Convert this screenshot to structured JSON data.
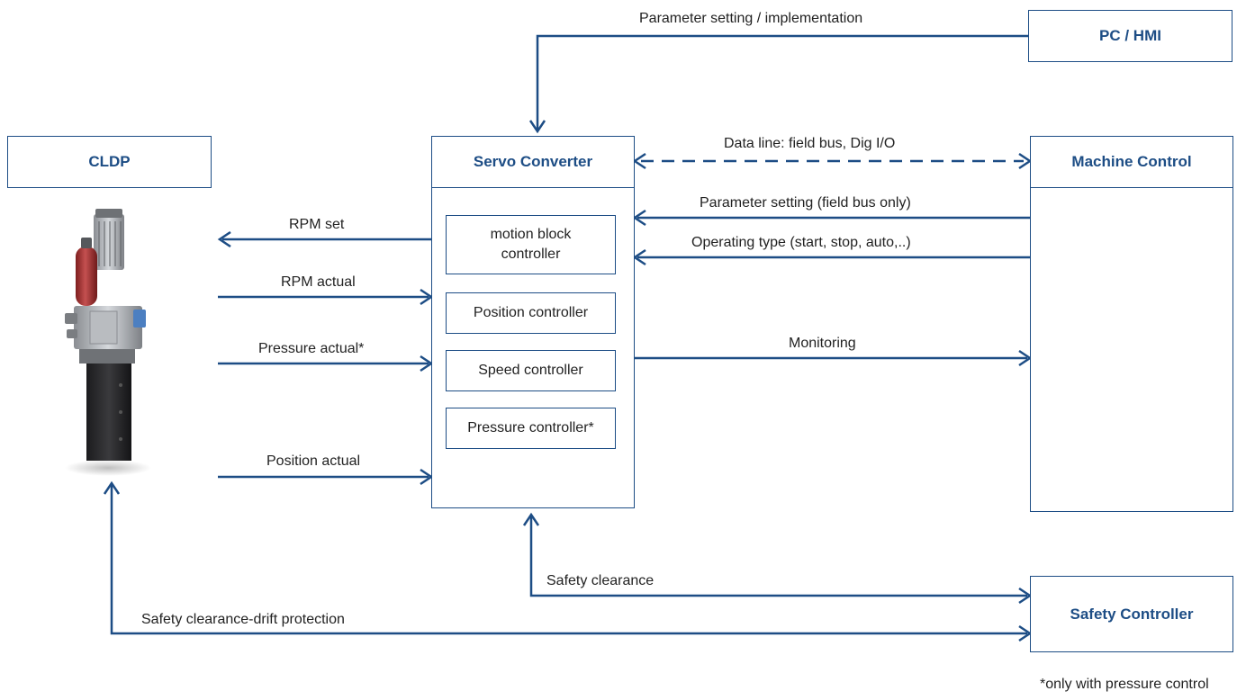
{
  "boxes": {
    "cldp": "CLDP",
    "servo": "Servo Converter",
    "machine": "Machine Control",
    "pc": "PC / HMI",
    "safety": "Safety Controller"
  },
  "controllers": {
    "motion": "motion block controller",
    "position": "Position controller",
    "speed": "Speed controller",
    "pressure": "Pressure controller*"
  },
  "labels": {
    "param_impl": "Parameter setting / implementation",
    "data_line": "Data line: field bus, Dig I/O",
    "param_fieldbus": "Parameter setting (field bus only)",
    "operating_type": "Operating type (start, stop, auto,..)",
    "monitoring": "Monitoring",
    "rpm_set": "RPM set",
    "rpm_actual": "RPM actual",
    "pressure_actual": "Pressure actual*",
    "position_actual": "Position actual",
    "safety_clearance": "Safety clearance",
    "safety_drift": "Safety clearance-drift protection",
    "footnote": "*only with pressure control"
  },
  "image": {
    "subject": "CLDP electro-hydraulic compact drive unit"
  },
  "colors": {
    "accent": "#1d4d85",
    "accumulator": "#b23a3a"
  }
}
